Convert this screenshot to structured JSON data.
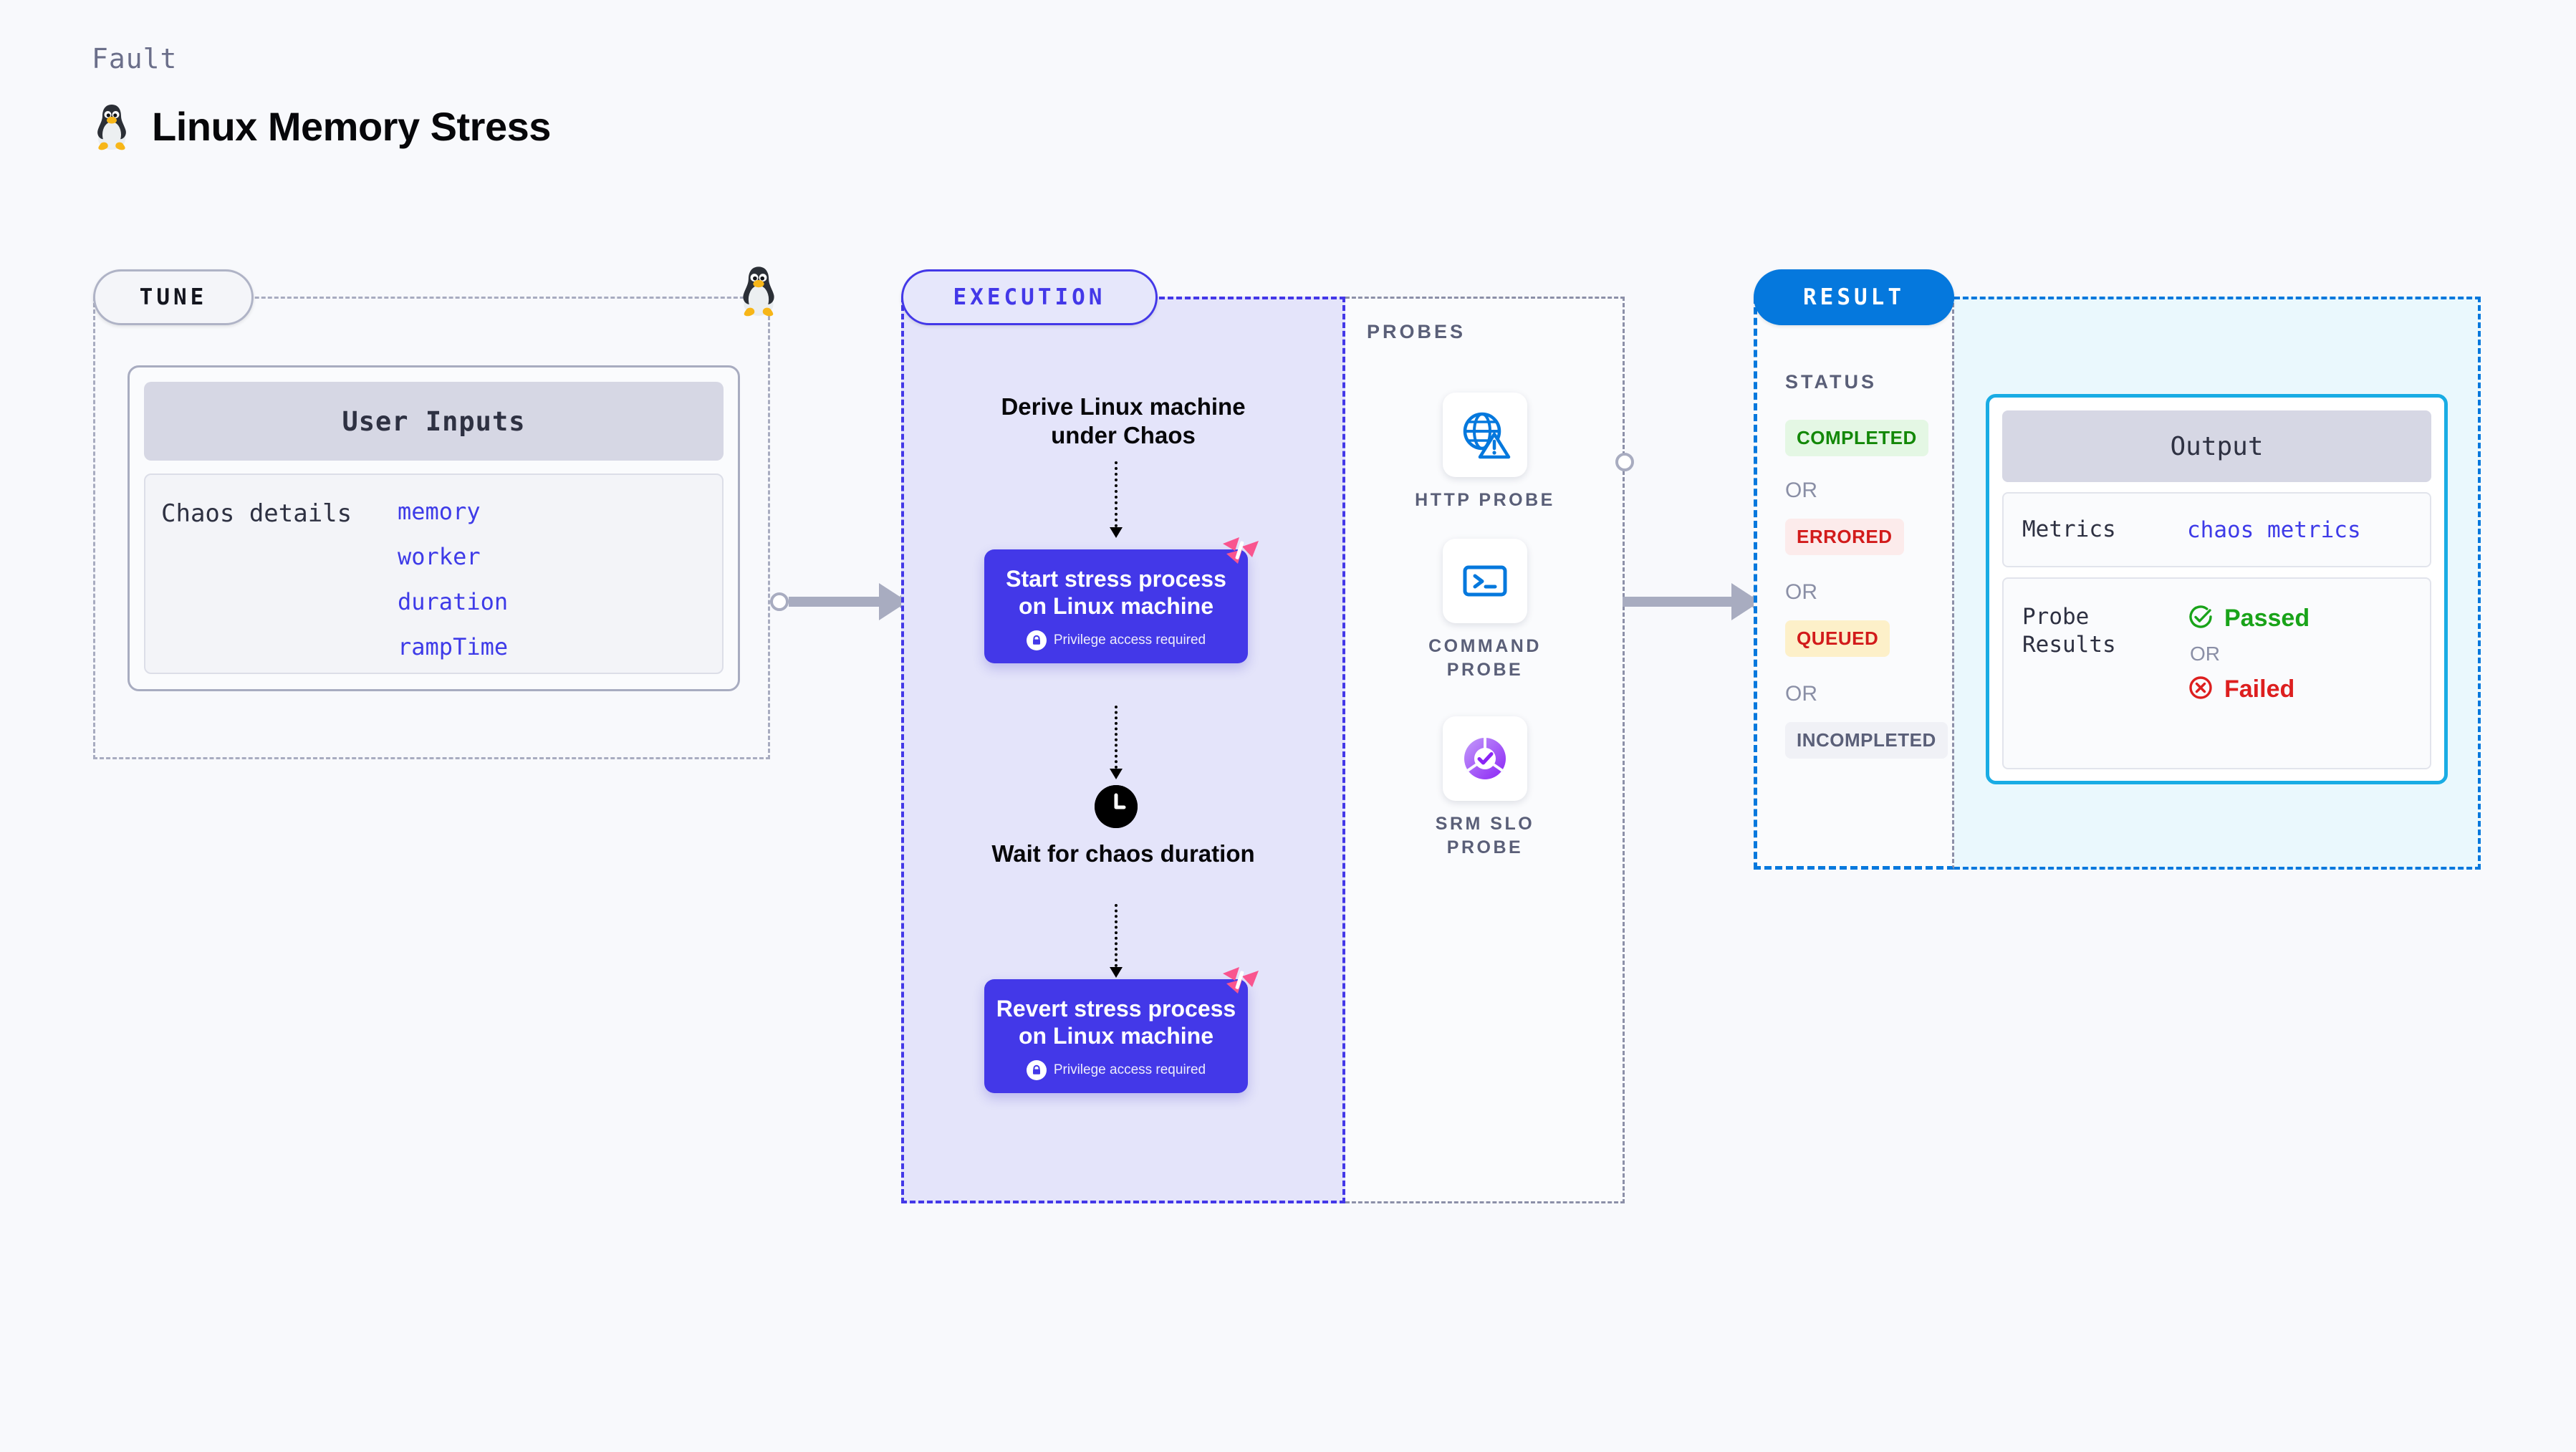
{
  "header": {
    "eyebrow": "Fault",
    "title": "Linux Memory Stress",
    "icon": "linux-tux-icon"
  },
  "tune": {
    "pill_label": "TUNE",
    "card_header": "User Inputs",
    "details_label": "Chaos details",
    "details_values": [
      "memory",
      "worker",
      "duration",
      "rampTime"
    ],
    "corner_icon": "linux-tux-icon"
  },
  "execution": {
    "pill_label": "EXECUTION",
    "steps": {
      "derive": "Derive Linux machine under Chaos",
      "start_card_title": "Start stress process on Linux machine",
      "start_card_subtitle": "Privilege access required",
      "wait": "Wait for chaos duration",
      "revert_card_title": "Revert stress process on Linux machine",
      "revert_card_subtitle": "Privilege access required"
    }
  },
  "probes": {
    "title": "PROBES",
    "items": [
      {
        "label": "HTTP PROBE",
        "icon": "globe-warning-icon"
      },
      {
        "label": "COMMAND PROBE",
        "icon": "terminal-icon"
      },
      {
        "label": "SRM SLO PROBE",
        "icon": "slo-donut-check-icon"
      }
    ]
  },
  "result": {
    "pill_label": "RESULT",
    "status_title": "STATUS",
    "or_label": "OR",
    "statuses": [
      {
        "label": "COMPLETED",
        "color": "#138808",
        "bg": "#E4F7E4"
      },
      {
        "label": "ERRORED",
        "color": "#D21B1B",
        "bg": "#FCEBEB"
      },
      {
        "label": "QUEUED",
        "color": "#D21B1B",
        "bg": "#FDF0C9"
      },
      {
        "label": "INCOMPLETED",
        "color": "#5A5F78",
        "bg": "#F0F1F6"
      }
    ],
    "output": {
      "header": "Output",
      "metrics_key": "Metrics",
      "metrics_value": "chaos metrics",
      "probe_results_key": "Probe Results",
      "passed_label": "Passed",
      "failed_label": "Failed",
      "or_label": "OR"
    }
  },
  "colors": {
    "background": "#F8F9FC",
    "execution_purple": "#4338E8",
    "execution_bg": "#E4E4FA",
    "result_blue": "#0578DD",
    "output_cyan": "#19ACE4",
    "harness_pink": "#F9558F"
  }
}
